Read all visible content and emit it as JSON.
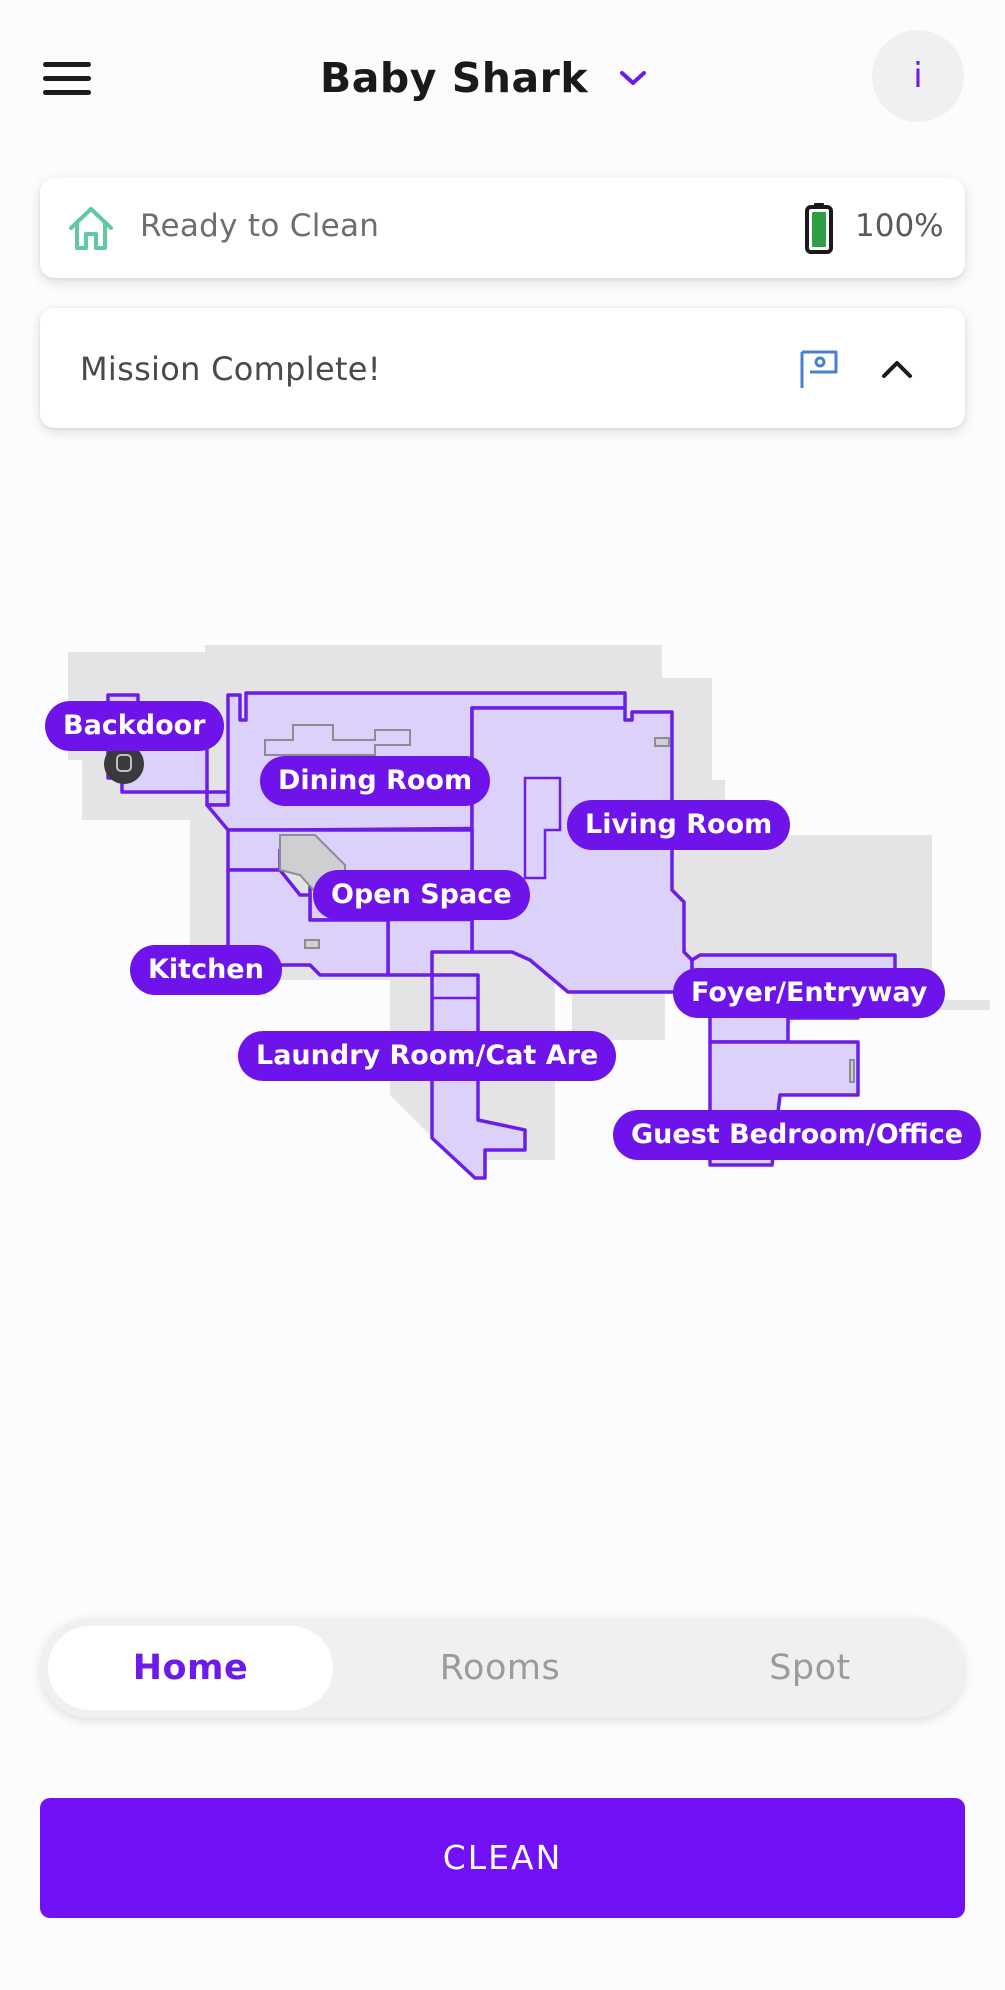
{
  "header": {
    "robot_name": "Baby Shark",
    "info_label": "i"
  },
  "status": {
    "text": "Ready to Clean",
    "battery": "100%"
  },
  "mission": {
    "text": "Mission Complete!"
  },
  "map": {
    "rooms": [
      {
        "label": "Backdoor"
      },
      {
        "label": "Dining Room"
      },
      {
        "label": "Living Room"
      },
      {
        "label": "Open Space"
      },
      {
        "label": "Kitchen"
      },
      {
        "label": "Foyer/Entryway"
      },
      {
        "label": "Laundry Room/Cat Are"
      },
      {
        "label": "Guest Bedroom/Office"
      }
    ]
  },
  "tabs": {
    "home": "Home",
    "rooms": "Rooms",
    "spot": "Spot"
  },
  "clean_button": "CLEAN",
  "colors": {
    "accent": "#6c1bea",
    "home_icon": "#5fc9a0",
    "battery_fill": "#2ea043"
  },
  "icons": [
    "menu-icon",
    "chevron-down-icon",
    "home-icon",
    "battery-icon",
    "map-pin-icon",
    "chevron-up-icon",
    "dock-icon"
  ]
}
